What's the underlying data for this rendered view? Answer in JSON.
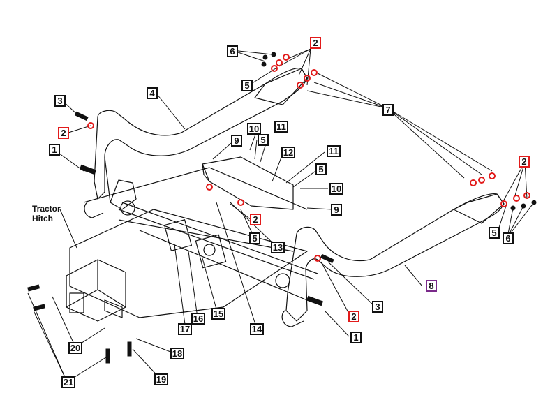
{
  "diagram": {
    "tractor_hitch_label": [
      "Tractor",
      "Hitch"
    ],
    "callouts": {
      "c1a": "1",
      "c1b": "1",
      "c2a": "2",
      "c2b": "2",
      "c2c": "2",
      "c2d": "2",
      "c2e": "2",
      "c3a": "3",
      "c3b": "3",
      "c4": "4",
      "c5a": "5",
      "c5b": "5",
      "c5c": "5",
      "c5d": "5",
      "c5e": "5",
      "c6a": "6",
      "c6b": "6",
      "c7": "7",
      "c8": "8",
      "c9a": "9",
      "c9b": "9",
      "c10a": "10",
      "c10b": "10",
      "c11a": "11",
      "c11b": "11",
      "c12": "12",
      "c13": "13",
      "c14": "14",
      "c15": "15",
      "c16": "16",
      "c17": "17",
      "c18": "18",
      "c19": "19",
      "c20": "20",
      "c21": "21"
    },
    "colors": {
      "line": "#111111",
      "highlight": "#e21b1b",
      "accent": "#7a2a8a"
    }
  }
}
